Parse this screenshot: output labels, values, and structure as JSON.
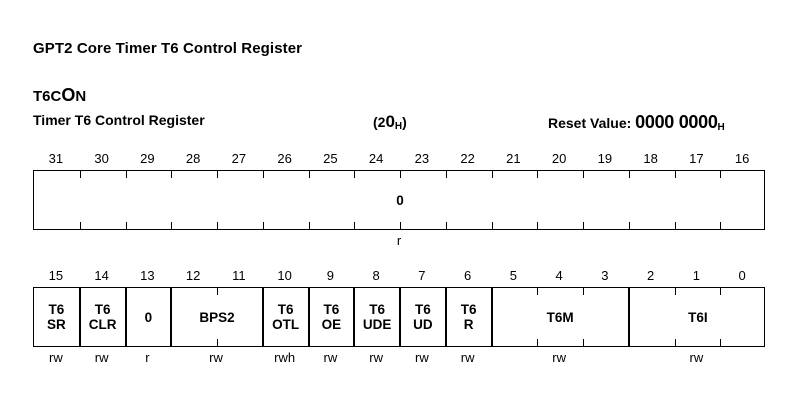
{
  "document": {
    "title": "GPT2 Core Timer T6 Control Register",
    "register_name": "T6CON",
    "register_name_head": "T6C",
    "register_name_big": "O",
    "register_name_tail": "N",
    "register_description": "Timer T6 Control Register",
    "address_prefix": "(2",
    "address_big": "0",
    "address_sub": "H",
    "address_suffix": ")",
    "reset_label": "Reset Value:",
    "reset_value": "0000 0000",
    "reset_sub": "H"
  },
  "upper_word": {
    "bits": [
      "31",
      "30",
      "29",
      "28",
      "27",
      "26",
      "25",
      "24",
      "23",
      "22",
      "21",
      "20",
      "19",
      "18",
      "17",
      "16"
    ],
    "fields": [
      {
        "name": "0",
        "msb": 31,
        "lsb": 16,
        "access": "r"
      }
    ]
  },
  "lower_word": {
    "bits": [
      "15",
      "14",
      "13",
      "12",
      "11",
      "10",
      "9",
      "8",
      "7",
      "6",
      "5",
      "4",
      "3",
      "2",
      "1",
      "0"
    ],
    "fields": [
      {
        "name": "T6\nSR",
        "line1": "T6",
        "line2": "SR",
        "msb": 15,
        "lsb": 15,
        "access": "rw"
      },
      {
        "name": "T6\nCLR",
        "line1": "T6",
        "line2": "CLR",
        "msb": 14,
        "lsb": 14,
        "access": "rw"
      },
      {
        "name": "0",
        "line1": "0",
        "line2": "",
        "msb": 13,
        "lsb": 13,
        "access": "r"
      },
      {
        "name": "BPS2",
        "line1": "BPS2",
        "line2": "",
        "msb": 12,
        "lsb": 11,
        "access": "rw"
      },
      {
        "name": "T6\nOTL",
        "line1": "T6",
        "line2": "OTL",
        "msb": 10,
        "lsb": 10,
        "access": "rwh"
      },
      {
        "name": "T6\nOE",
        "line1": "T6",
        "line2": "OE",
        "msb": 9,
        "lsb": 9,
        "access": "rw"
      },
      {
        "name": "T6\nUDE",
        "line1": "T6",
        "line2": "UDE",
        "msb": 8,
        "lsb": 8,
        "access": "rw"
      },
      {
        "name": "T6\nUD",
        "line1": "T6",
        "line2": "UD",
        "msb": 7,
        "lsb": 7,
        "access": "rw"
      },
      {
        "name": "T6\nR",
        "line1": "T6",
        "line2": "R",
        "msb": 6,
        "lsb": 6,
        "access": "rw"
      },
      {
        "name": "T6M",
        "line1": "T6M",
        "line2": "",
        "msb": 5,
        "lsb": 3,
        "access": "rw"
      },
      {
        "name": "T6I",
        "line1": "T6I",
        "line2": "",
        "msb": 2,
        "lsb": 0,
        "access": "rw"
      }
    ]
  }
}
